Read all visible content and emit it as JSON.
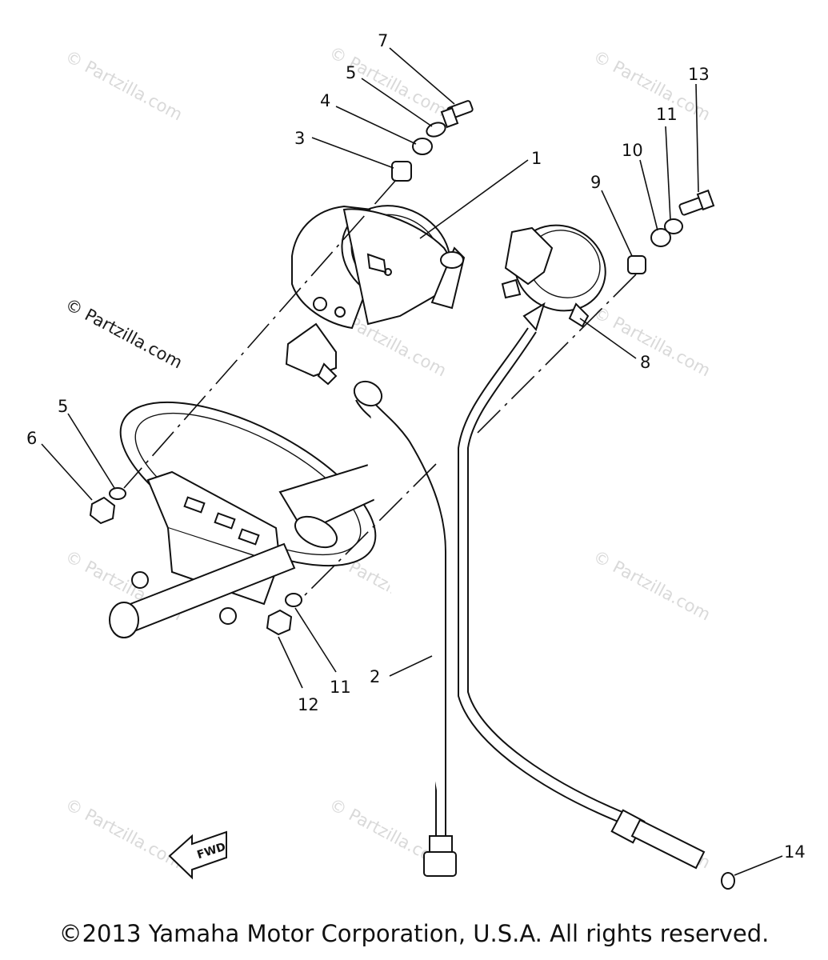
{
  "watermarks": {
    "faint_text": "© Partzilla.com",
    "bold_text": "© Partzilla.com"
  },
  "callouts": {
    "c1": "1",
    "c2": "2",
    "c3": "3",
    "c4": "4",
    "c5a": "5",
    "c5b": "5",
    "c6": "6",
    "c7": "7",
    "c8": "8",
    "c9": "9",
    "c10": "10",
    "c11a": "11",
    "c11b": "11",
    "c12": "12",
    "c13": "13",
    "c14": "14"
  },
  "labels": {
    "fwd": "FWD"
  },
  "footer": {
    "copyright": "©2013  Yamaha Motor Corporation, U.S.A. All rights reserved."
  },
  "colors": {
    "ink": "#111111",
    "watermark": "#d9d9d9",
    "background": "#ffffff"
  }
}
